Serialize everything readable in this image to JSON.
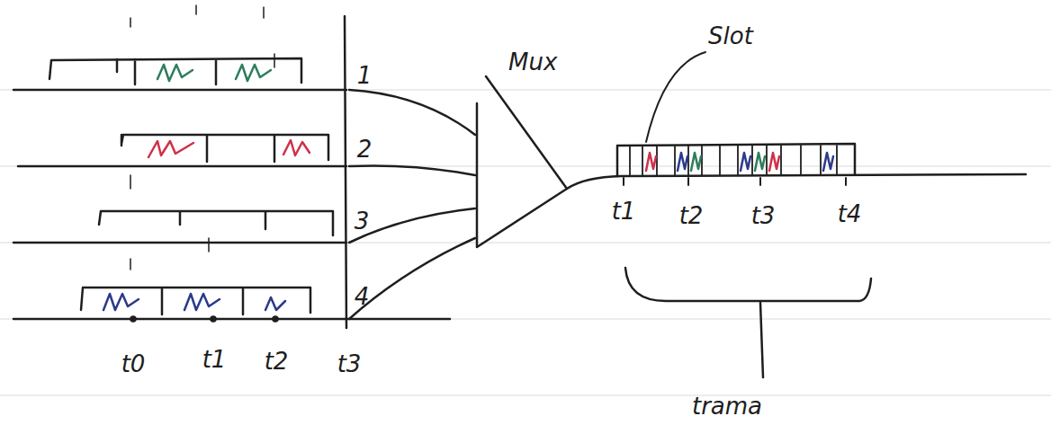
{
  "diagram": {
    "nodes": [
      {
        "text": [
          "Mux"
        ]
      }
    ],
    "labels": [
      "1",
      "2",
      "3",
      "4",
      "t0",
      "t1",
      "t2",
      "t3",
      "Slot",
      "t1",
      "t2",
      "t3",
      "t4",
      "trama"
    ]
  }
}
